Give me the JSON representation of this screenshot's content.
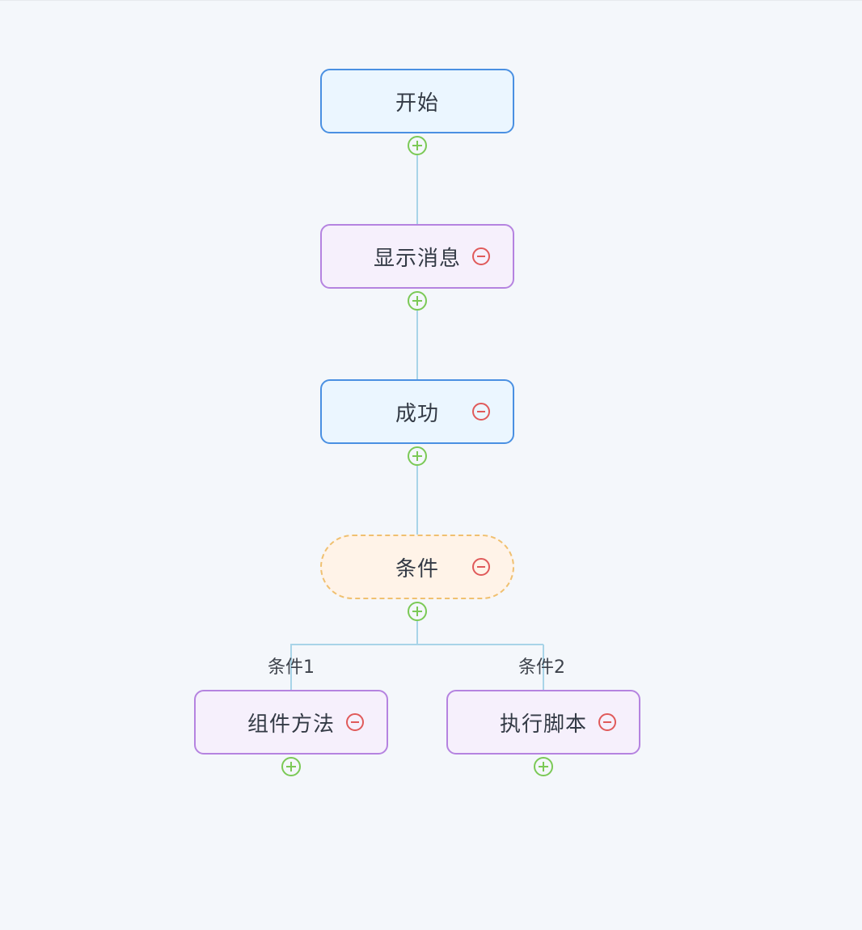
{
  "nodes": {
    "start": {
      "label": "开始"
    },
    "show_message": {
      "label": "显示消息"
    },
    "success": {
      "label": "成功"
    },
    "condition": {
      "label": "条件"
    },
    "component_method": {
      "label": "组件方法"
    },
    "execute_script": {
      "label": "执行脚本"
    }
  },
  "branches": {
    "left": {
      "label": "条件1"
    },
    "right": {
      "label": "条件2"
    }
  },
  "colors": {
    "node_blue_fill": "#ebf6ff",
    "node_blue_border": "#4a90e2",
    "node_purple_fill": "#f6f0fc",
    "node_purple_border": "#b583e0",
    "condition_fill": "#fff3e8",
    "condition_border": "#f0c070",
    "add_icon": "#7bc956",
    "remove_icon": "#e05a5a",
    "connector": "#a8d4e8"
  },
  "icons": {
    "add": "plus-circle-icon",
    "remove": "minus-circle-icon"
  }
}
